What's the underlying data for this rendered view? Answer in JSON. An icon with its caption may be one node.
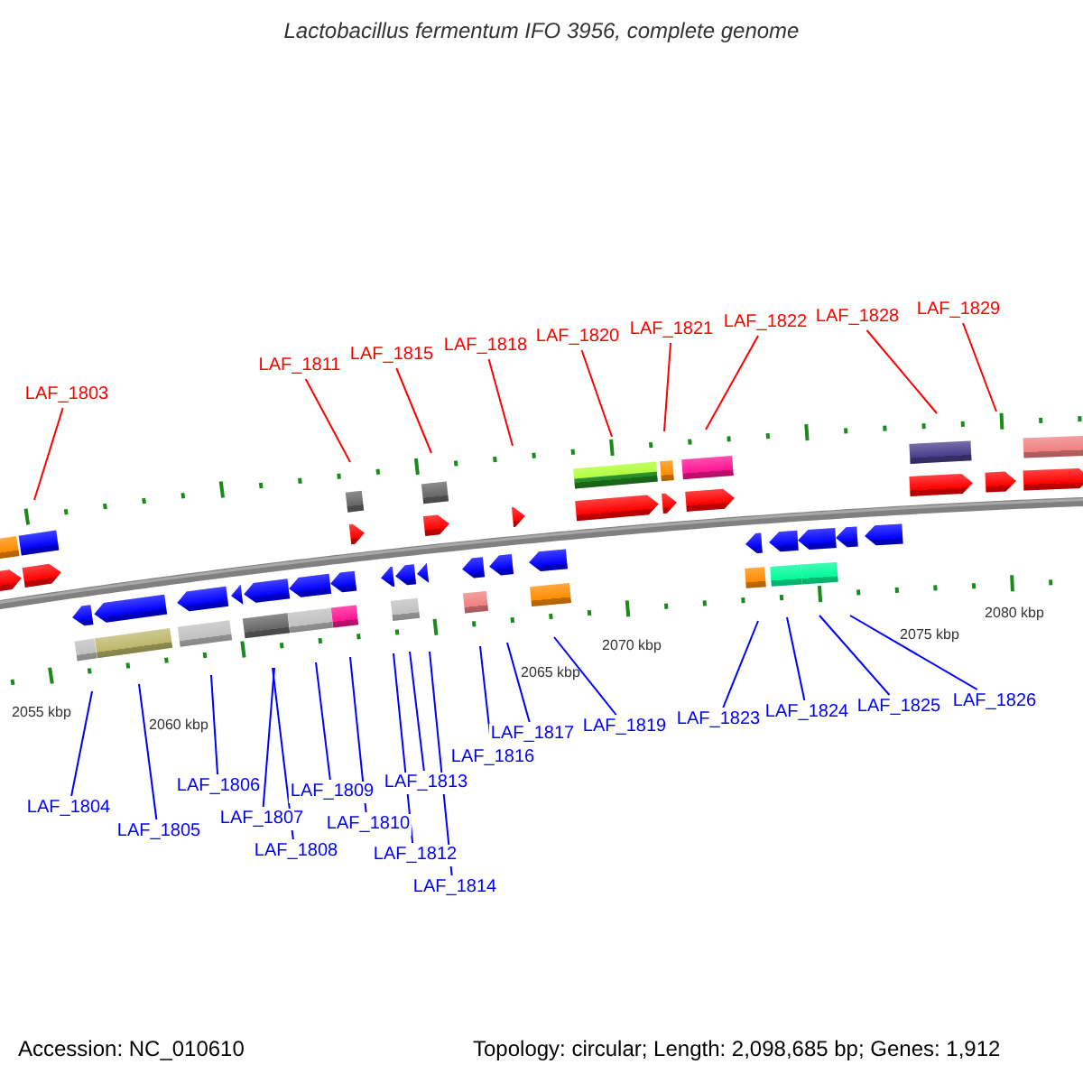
{
  "diagram": {
    "title": "Lactobacillus fermentum IFO 3956, complete genome",
    "nodes": [
      {
        "text": [
          "LAF_1803"
        ]
      },
      {
        "text": [
          "LAF_1811"
        ]
      },
      {
        "text": [
          "LAF_1815"
        ]
      },
      {
        "text": [
          "LAF_1818"
        ]
      },
      {
        "text": [
          "LAF_1820"
        ]
      },
      {
        "text": [
          "LAF_1821"
        ]
      },
      {
        "text": [
          "LAF_1822"
        ]
      },
      {
        "text": [
          "LAF_1828"
        ]
      },
      {
        "text": [
          "LAF_1829"
        ]
      },
      {
        "text": [
          "LAF_1804"
        ]
      },
      {
        "text": [
          "LAF_1805"
        ]
      },
      {
        "text": [
          "LAF_1806"
        ]
      },
      {
        "text": [
          "LAF_1807"
        ]
      },
      {
        "text": [
          "LAF_1808"
        ]
      },
      {
        "text": [
          "LAF_1809"
        ]
      },
      {
        "text": [
          "LAF_1810"
        ]
      },
      {
        "text": [
          "LAF_1812"
        ]
      },
      {
        "text": [
          "LAF_1813"
        ]
      },
      {
        "text": [
          "LAF_1814"
        ]
      },
      {
        "text": [
          "LAF_1816"
        ]
      },
      {
        "text": [
          "LAF_1817"
        ]
      },
      {
        "text": [
          "LAF_1819"
        ]
      },
      {
        "text": [
          "LAF_1823"
        ]
      },
      {
        "text": [
          "LAF_1824"
        ]
      },
      {
        "text": [
          "LAF_1825"
        ]
      },
      {
        "text": [
          "LAF_1826"
        ]
      }
    ],
    "edges": [
      {
        "from": 0,
        "to": null,
        "arrow": "none",
        "color": "#ff0000"
      },
      {
        "from": 1,
        "to": null,
        "arrow": "none",
        "color": "#ff0000"
      },
      {
        "from": 2,
        "to": null,
        "arrow": "none",
        "color": "#ff0000"
      },
      {
        "from": 3,
        "to": null,
        "arrow": "none",
        "color": "#ff0000"
      },
      {
        "from": 4,
        "to": null,
        "arrow": "none",
        "color": "#ff0000"
      },
      {
        "from": 5,
        "to": null,
        "arrow": "none",
        "color": "#ff0000"
      },
      {
        "from": 6,
        "to": null,
        "arrow": "none",
        "color": "#ff0000"
      },
      {
        "from": 7,
        "to": null,
        "arrow": "none",
        "color": "#ff0000"
      },
      {
        "from": 8,
        "to": null,
        "arrow": "none",
        "color": "#ff0000"
      },
      {
        "from": 9,
        "to": null,
        "arrow": "none"
      },
      {
        "from": 10,
        "to": null,
        "arrow": "none"
      },
      {
        "from": 11,
        "to": null,
        "arrow": "none"
      },
      {
        "from": 12,
        "to": null,
        "arrow": "none"
      },
      {
        "from": 13,
        "to": null,
        "arrow": "none"
      },
      {
        "from": 14,
        "to": null,
        "arrow": "none"
      },
      {
        "from": 15,
        "to": null,
        "arrow": "none"
      },
      {
        "from": 16,
        "to": null,
        "arrow": "none"
      },
      {
        "from": 17,
        "to": null,
        "arrow": "none"
      },
      {
        "from": 18,
        "to": null,
        "arrow": "none"
      },
      {
        "from": 19,
        "to": null,
        "arrow": "none"
      },
      {
        "from": 20,
        "to": null,
        "arrow": "none"
      },
      {
        "from": 21,
        "to": null,
        "arrow": "none"
      },
      {
        "from": 22,
        "to": null,
        "arrow": "none"
      },
      {
        "from": 23,
        "to": null,
        "arrow": "none"
      },
      {
        "from": 24,
        "to": null,
        "arrow": "none"
      },
      {
        "from": 25,
        "to": null,
        "arrow": "none"
      }
    ],
    "labels": [
      "2055 kbp",
      "2060 kbp",
      "2065 kbp",
      "2070 kbp",
      "2075 kbp",
      "2080 kbp",
      "Accession: NC_010610",
      "Topology: circular; Length: 2,098,685 bp; Genes: 1,912"
    ]
  }
}
